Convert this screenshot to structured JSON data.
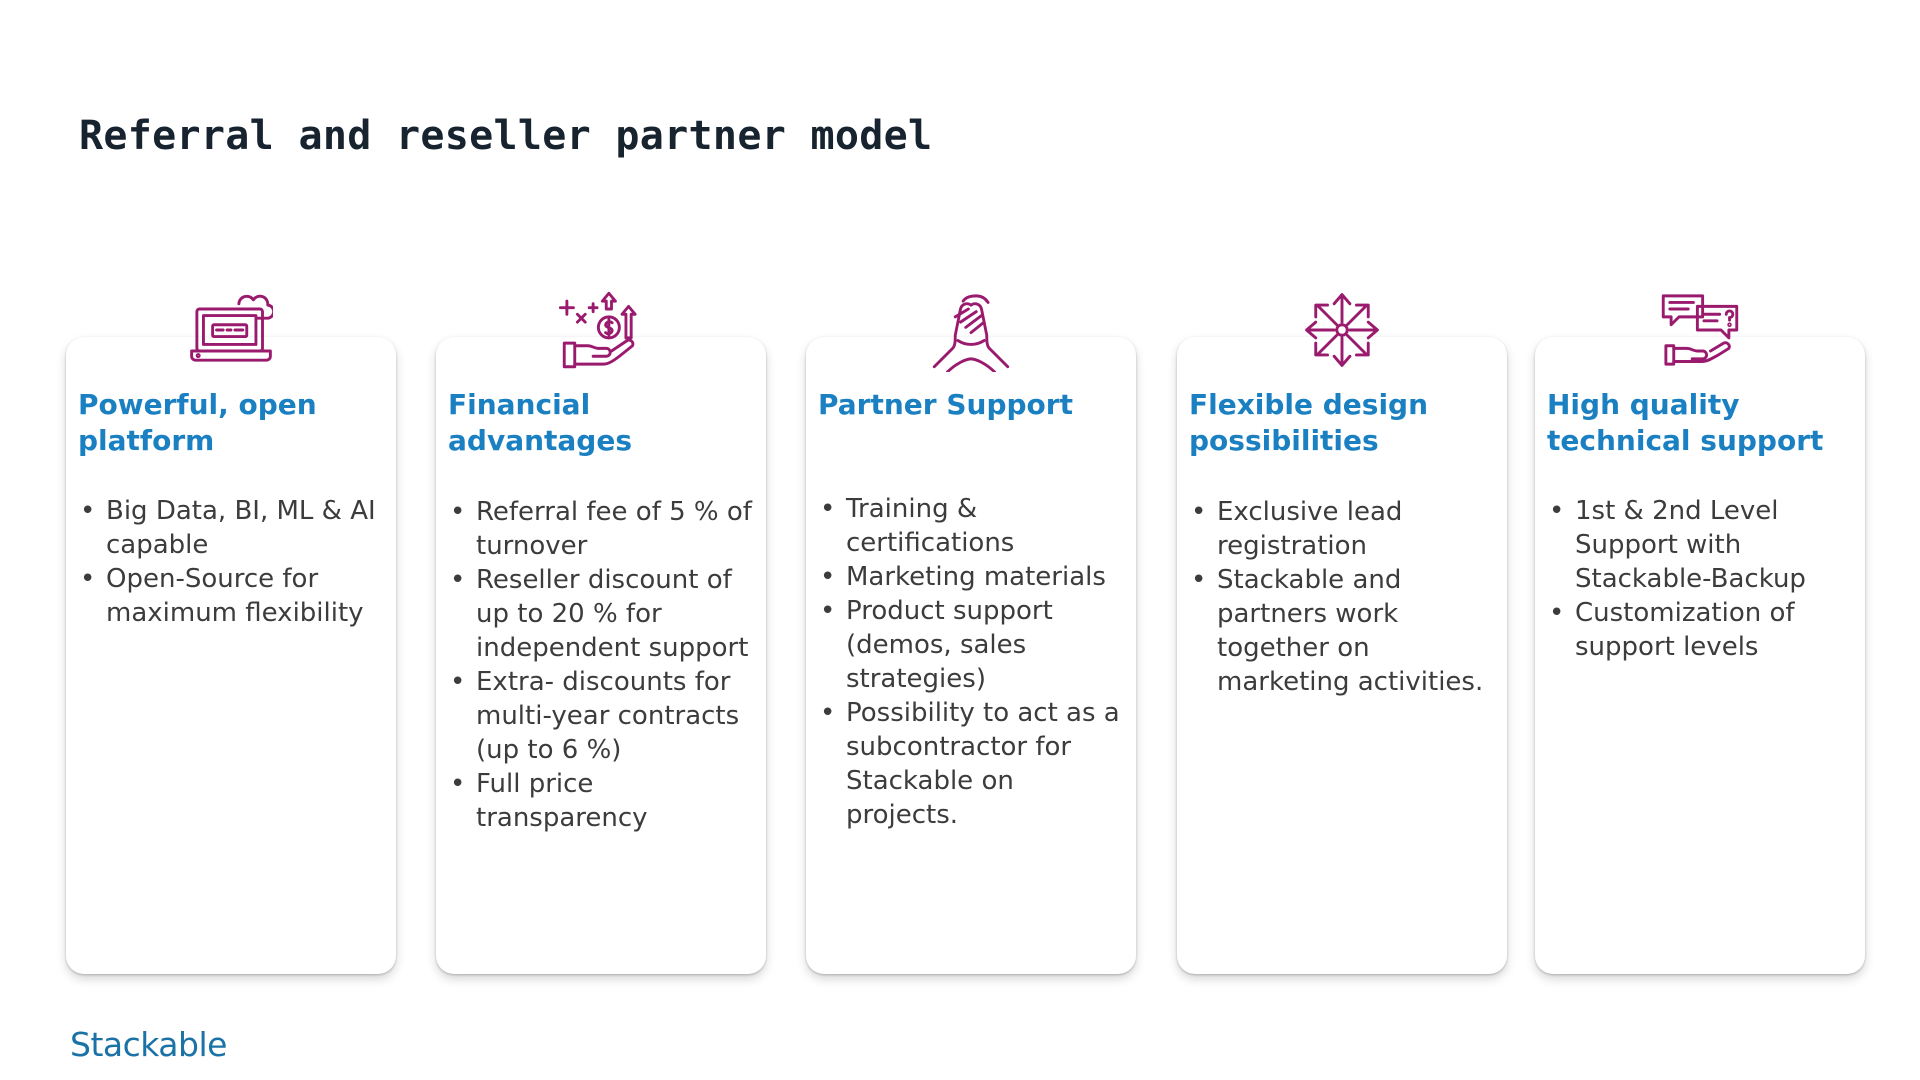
{
  "slide": {
    "title": "Referral and reseller partner model",
    "logo_text": "Stackable"
  },
  "colors": {
    "icon": "#9a1a6e",
    "card_title": "#1a80c2",
    "body_text": "#3c3c3c",
    "slide_title": "#17232f",
    "logo": "#1a72a6"
  },
  "cards": [
    {
      "icon": "cloud-computer-icon",
      "title": "Powerful, open platform",
      "items": [
        "Big Data, BI, ML & AI capable",
        "Open-Source for maximum flexibility"
      ]
    },
    {
      "icon": "money-hand-icon",
      "title": "Financial advantages",
      "items": [
        "Referral fee of 5 % of turnover",
        "Reseller discount of up to 20 % for independent support",
        "Extra- discounts for multi-year contracts (up to 6 %)",
        "Full price transparency"
      ]
    },
    {
      "icon": "handshake-icon",
      "title": "Partner Support",
      "items": [
        "Training & certifications",
        "Marketing materials",
        "Product support (demos, sales strategies)",
        "Possibility to act as a subcontractor for Stackable on projects."
      ]
    },
    {
      "icon": "arrows-outward-icon",
      "title": "Flexible design possibilities",
      "items": [
        "Exclusive lead registration",
        "Stackable and partners work together on marketing activities."
      ]
    },
    {
      "icon": "support-chat-hand-icon",
      "title": "High quality technical support",
      "items": [
        "1st & 2nd Level Support with Stackable-Backup",
        "Customization of support levels"
      ]
    }
  ]
}
